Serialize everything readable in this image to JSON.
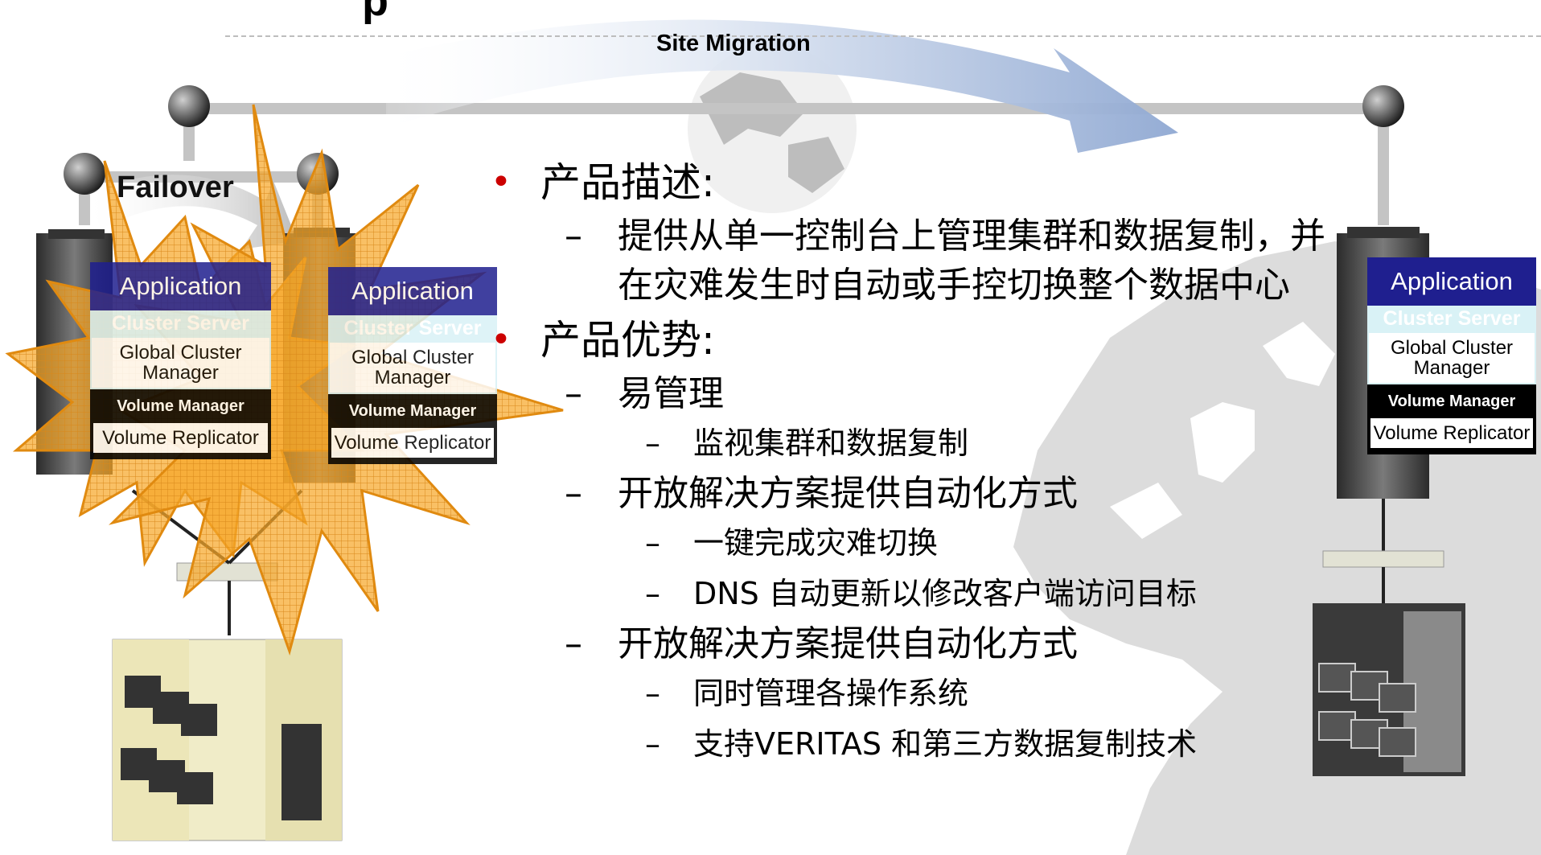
{
  "title": "p",
  "arrows": {
    "site_migration_label": "Site Migration",
    "failover_label": "Failover"
  },
  "stacks": [
    {
      "application": "Application",
      "cluster_server": "Cluster Server",
      "global_cluster_manager": "Global Cluster Manager",
      "volume_manager": "Volume  Manager",
      "volume_replicator": "Volume Replicator"
    },
    {
      "application": "Application",
      "cluster_server": "Cluster Server",
      "global_cluster_manager": "Global Cluster Manager",
      "volume_manager": "Volume  Manager",
      "volume_replicator": "Volume Replicator"
    },
    {
      "application": "Application",
      "cluster_server": "Cluster Server",
      "global_cluster_manager": "Global Cluster Manager",
      "volume_manager": "Volume  Manager",
      "volume_replicator": "Volume Replicator"
    }
  ],
  "content": {
    "desc_heading": "产品描述:",
    "desc_text": "提供从单一控制台上管理集群和数据复制，并在灾难发生时自动或手控切换整个数据中心",
    "adv_heading": "产品优势:",
    "items": [
      {
        "text": "易管理",
        "subs": [
          "监视集群和数据复制"
        ]
      },
      {
        "text": "开放解决方案提供自动化方式",
        "subs": [
          "一键完成灾难切换",
          "DNS 自动更新以修改客户端访问目标"
        ]
      },
      {
        "text": "开放解决方案提供自动化方式",
        "subs": [
          "同时管理各操作系统",
          "支持VERITAS 和第三方数据复制技术"
        ]
      }
    ]
  },
  "colors": {
    "application": "#1f1f8f",
    "cluster_server": "#d9f2f6",
    "bullet": "#cc0000",
    "failure_burst": "#f5a623",
    "migration_arrow": "#9fb4d8"
  }
}
